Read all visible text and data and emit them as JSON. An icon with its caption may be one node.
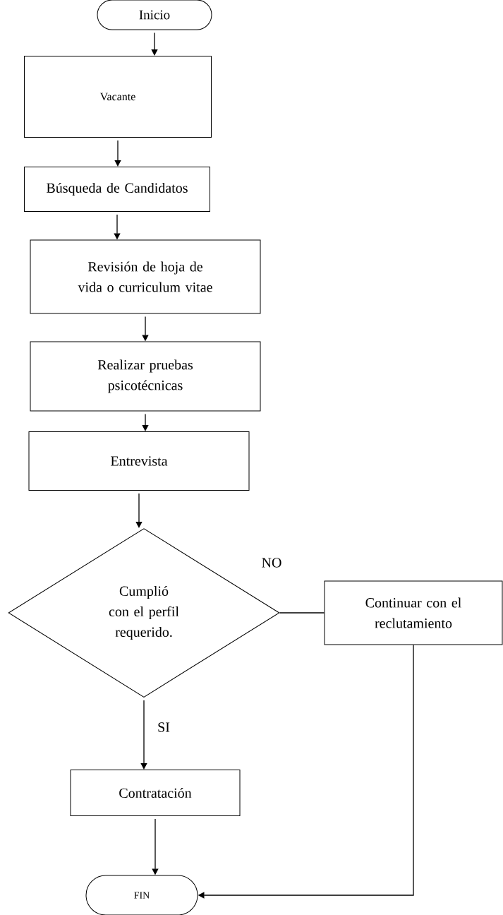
{
  "diagram": {
    "nodes": [
      {
        "text": [
          "Inicio"
        ]
      },
      {
        "text": [
          "Vacante"
        ]
      },
      {
        "text": [
          "Búsqueda de Candidatos"
        ]
      },
      {
        "text": [
          "Revisión de hoja de vida o curriculum vitae"
        ]
      },
      {
        "text": [
          "Realizar pruebas psicotécnicas"
        ]
      },
      {
        "text": [
          "Entrevista"
        ]
      },
      {
        "text": [
          "Cumplió con el perfil requerido."
        ]
      },
      {
        "text": [
          "Continuar con el reclutamiento"
        ]
      },
      {
        "text": [
          "Contratación"
        ]
      },
      {
        "text": [
          "FIN"
        ]
      }
    ],
    "edges": [
      {
        "from": 0,
        "to": 1,
        "arrow": "to"
      },
      {
        "from": 1,
        "to": 2,
        "arrow": "to"
      },
      {
        "from": 2,
        "to": 3,
        "arrow": "to"
      },
      {
        "from": 3,
        "to": 4,
        "arrow": "to"
      },
      {
        "from": 4,
        "to": 5,
        "arrow": "to"
      },
      {
        "from": 5,
        "to": 6,
        "arrow": "to"
      },
      {
        "from": 6,
        "to": 7,
        "arrow": "none",
        "label": "NO"
      },
      {
        "from": 6,
        "to": 8,
        "arrow": "to",
        "label": "SI"
      },
      {
        "from": 8,
        "to": 9,
        "arrow": "to"
      },
      {
        "from": 7,
        "to": 9,
        "arrow": "to"
      }
    ]
  }
}
